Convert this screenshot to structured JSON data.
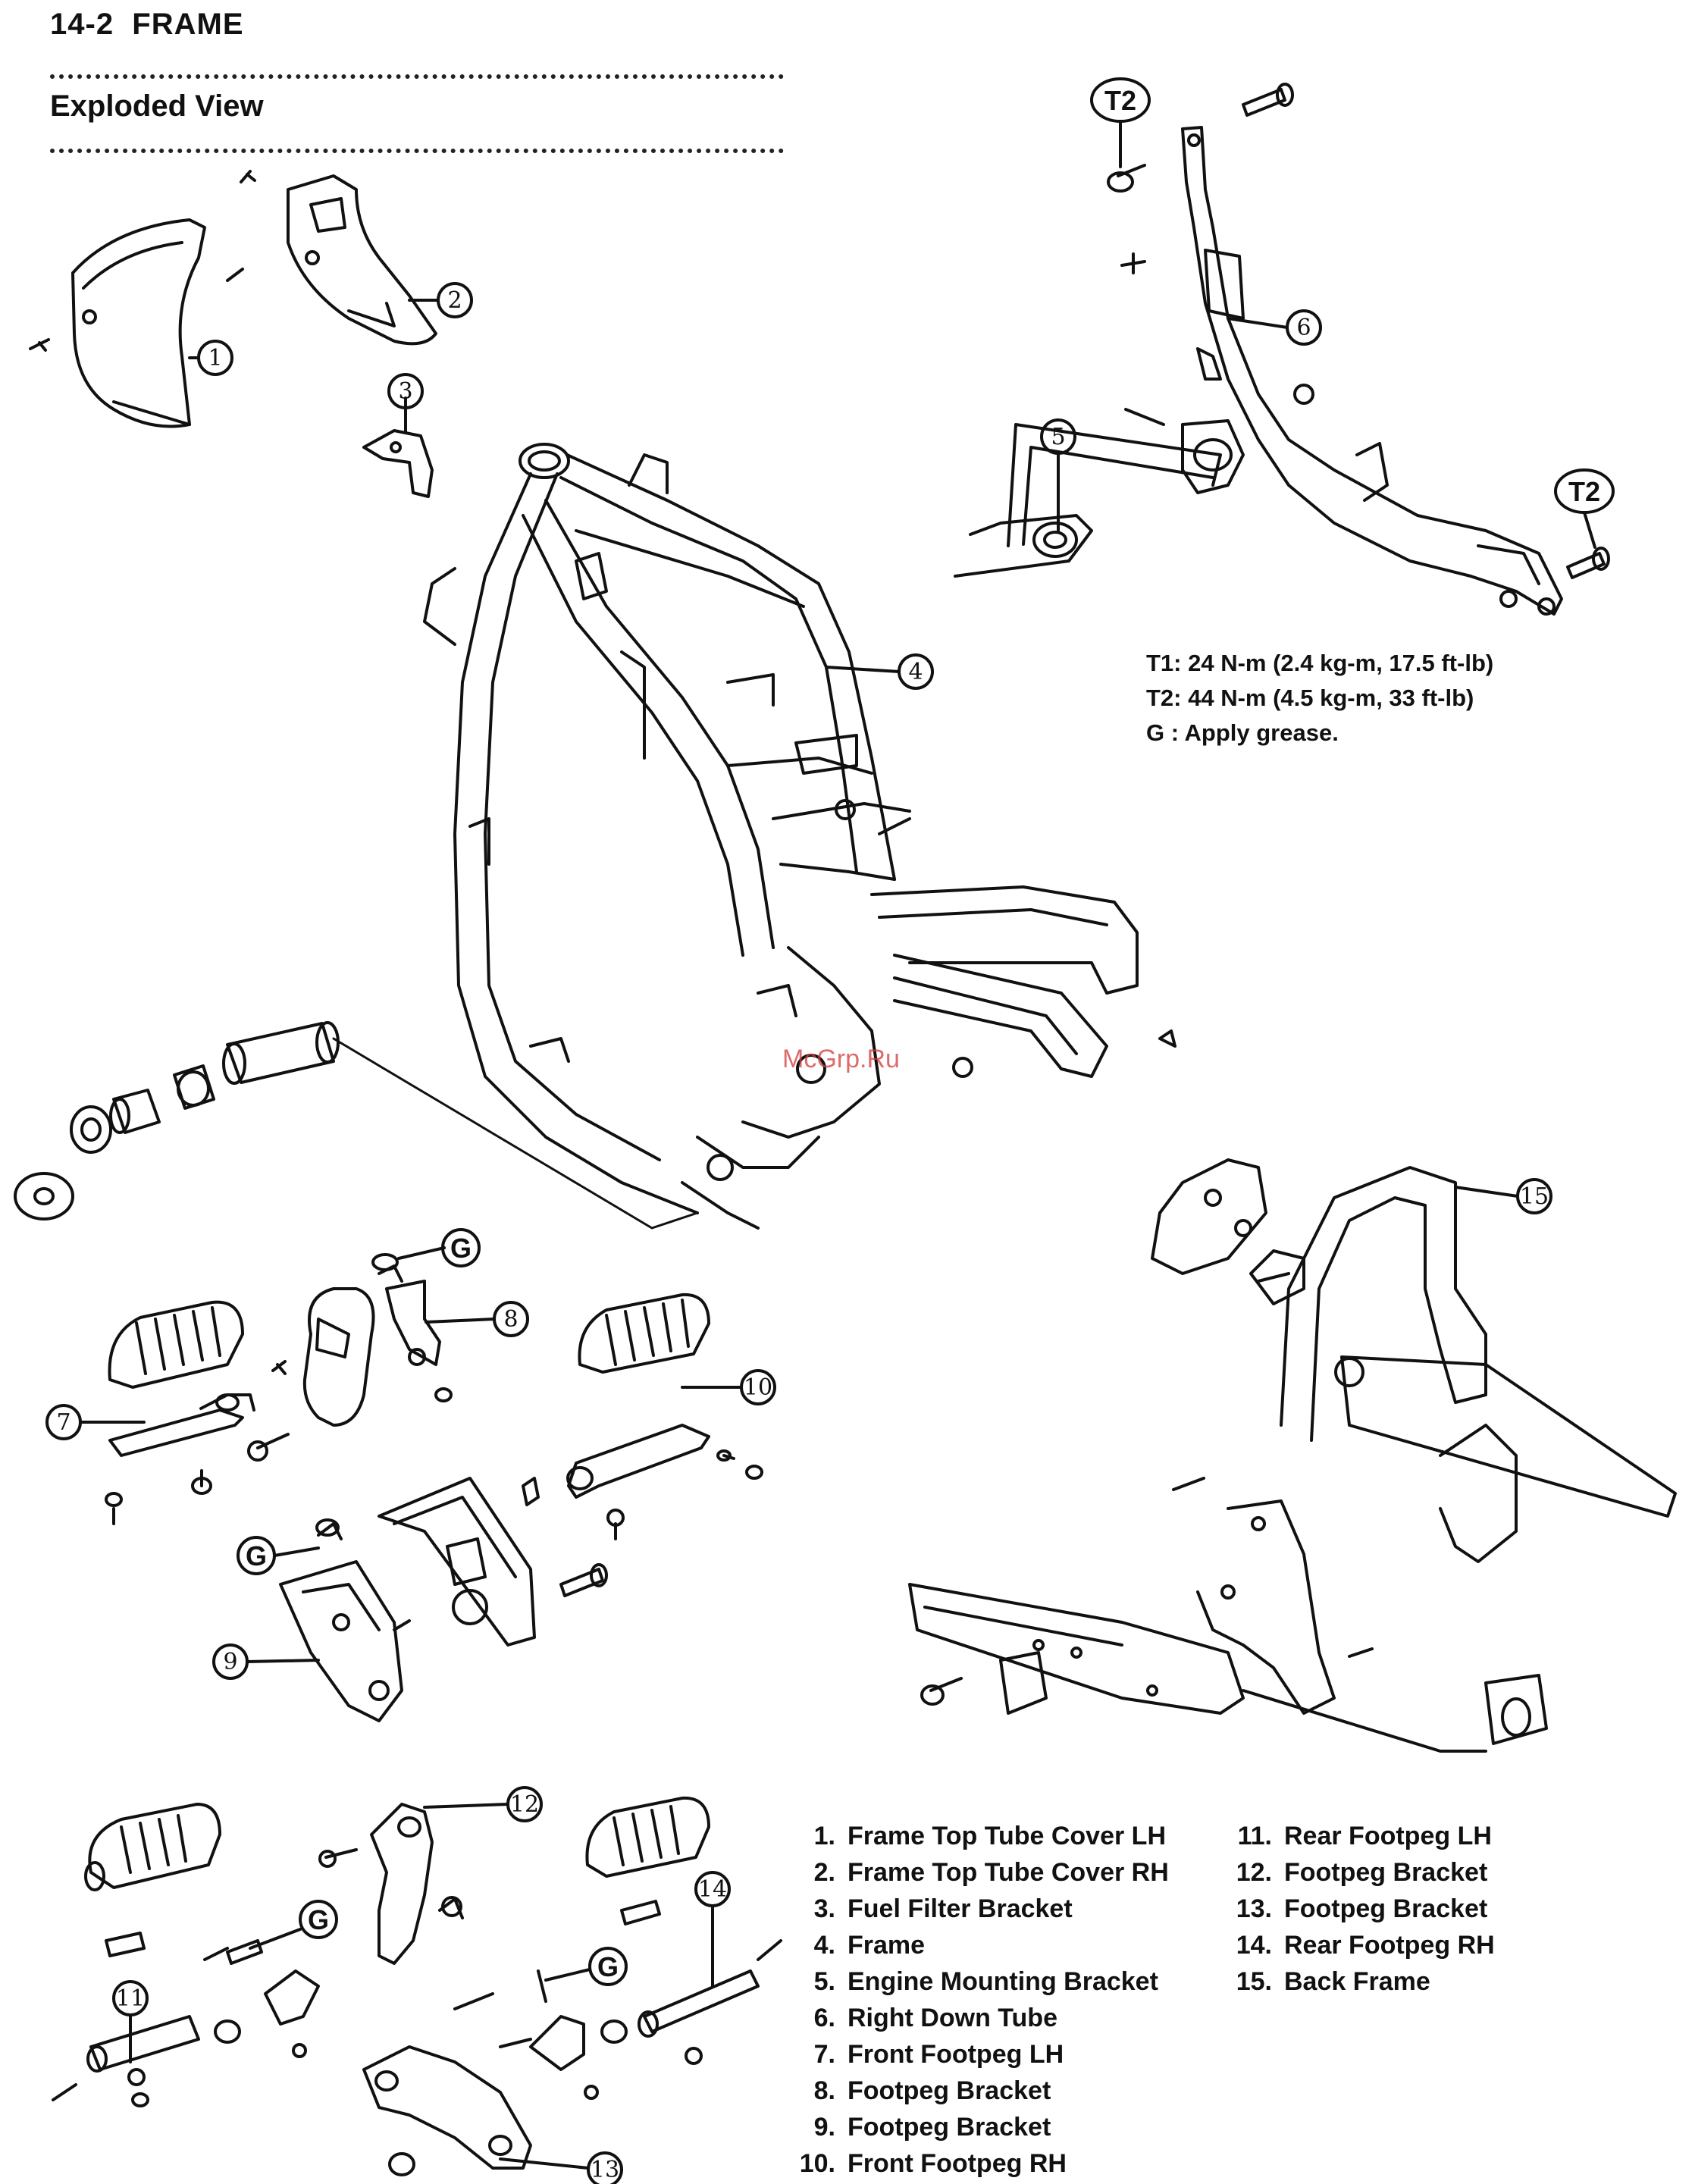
{
  "header": {
    "page_number": "14-2",
    "title": "FRAME"
  },
  "section_title": "Exploded View",
  "torque_notes": [
    "T1: 24 N-m (2.4 kg-m, 17.5 ft-lb)",
    "T2: 44 N-m (4.5 kg-m, 33 ft-lb)",
    "G : Apply grease."
  ],
  "callouts": [
    "1",
    "2",
    "3",
    "4",
    "5",
    "6",
    "7",
    "8",
    "9",
    "10",
    "11",
    "12",
    "13",
    "14",
    "15"
  ],
  "markers": {
    "t2": "T2",
    "g": "G"
  },
  "watermark": "McGrp.Ru",
  "parts_left": [
    {
      "num": "1.",
      "name": "Frame Top Tube Cover LH"
    },
    {
      "num": "2.",
      "name": "Frame Top Tube Cover RH"
    },
    {
      "num": "3.",
      "name": "Fuel Filter Bracket"
    },
    {
      "num": "4.",
      "name": "Frame"
    },
    {
      "num": "5.",
      "name": "Engine Mounting Bracket"
    },
    {
      "num": "6.",
      "name": "Right Down Tube"
    },
    {
      "num": "7.",
      "name": "Front Footpeg LH"
    },
    {
      "num": "8.",
      "name": "Footpeg Bracket"
    },
    {
      "num": "9.",
      "name": "Footpeg Bracket"
    },
    {
      "num": "10.",
      "name": "Front Footpeg RH"
    }
  ],
  "parts_right": [
    {
      "num": "11.",
      "name": "Rear Footpeg LH"
    },
    {
      "num": "12.",
      "name": "Footpeg Bracket"
    },
    {
      "num": "13.",
      "name": "Footpeg Bracket"
    },
    {
      "num": "14.",
      "name": "Rear Footpeg RH"
    },
    {
      "num": "15.",
      "name": "Back Frame"
    }
  ]
}
